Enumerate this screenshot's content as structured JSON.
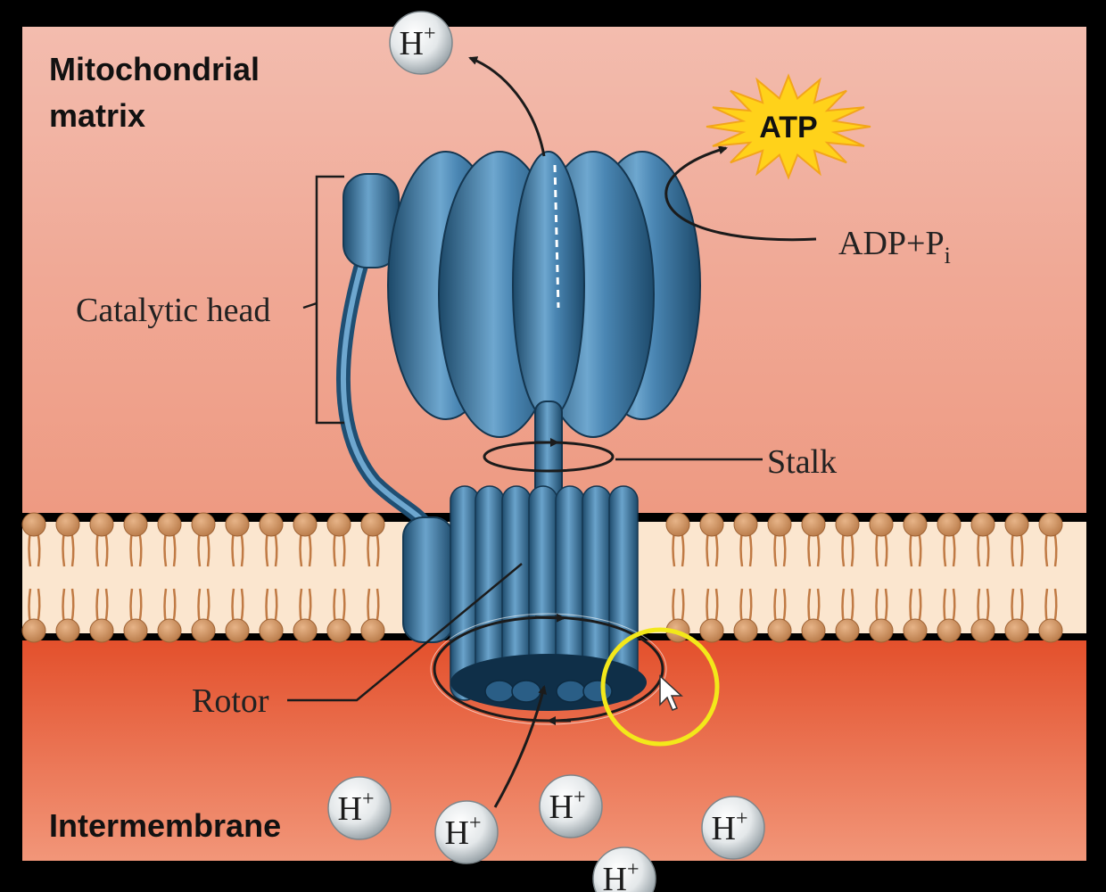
{
  "labels": {
    "matrix_line1": "Mitochondrial",
    "matrix_line2": "matrix",
    "catalytic_head": "Catalytic head",
    "stalk": "Stalk",
    "rotor": "Rotor",
    "intermembrane": "Intermembrane",
    "atp": "ATP",
    "adp_main": "ADP+P",
    "adp_sub": "i"
  },
  "ion": {
    "base": "H",
    "charge": "+"
  },
  "colors": {
    "matrix_top": "#f1b6a6",
    "matrix_bottom": "#eda08a",
    "intermembrane_top": "#e6552f",
    "intermembrane_bottom": "#f08a6a",
    "protein_dark": "#1f4f73",
    "protein_mid": "#3b79a6",
    "protein_light": "#8ec0df",
    "lipid_head": "#c98f5c",
    "lipid_core": "#fbe6cf",
    "atp_star": "#ffd21a",
    "cursor_ring": "#f3e81a"
  }
}
